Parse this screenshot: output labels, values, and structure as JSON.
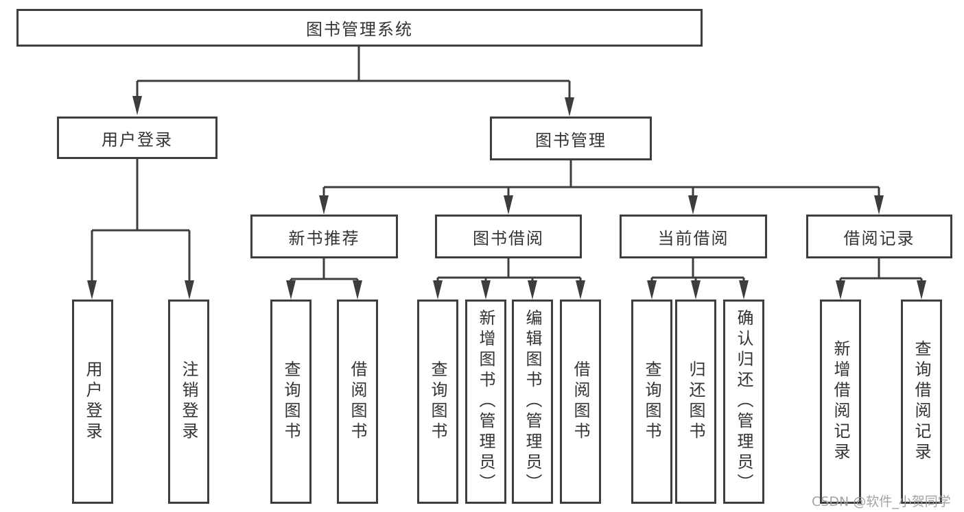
{
  "diagram": {
    "root": {
      "label": "图书管理系统",
      "children": [
        {
          "label": "用户登录",
          "children": [
            {
              "label": "用户登录"
            },
            {
              "label": "注销登录"
            }
          ]
        },
        {
          "label": "图书管理",
          "children": [
            {
              "label": "新书推荐",
              "children": [
                {
                  "label": "查询图书"
                },
                {
                  "label": "借阅图书"
                }
              ]
            },
            {
              "label": "图书借阅",
              "children": [
                {
                  "label": "查询图书"
                },
                {
                  "label": "新增图书（管理员）"
                },
                {
                  "label": "编辑图书（管理员）"
                },
                {
                  "label": "借阅图书"
                }
              ]
            },
            {
              "label": "当前借阅",
              "children": [
                {
                  "label": "查询图书"
                },
                {
                  "label": "归还图书"
                },
                {
                  "label": "确认归还（管理员）"
                }
              ]
            },
            {
              "label": "借阅记录",
              "children": [
                {
                  "label": "新增借阅记录"
                },
                {
                  "label": "查询借阅记录"
                }
              ]
            }
          ]
        }
      ]
    },
    "watermark": "CSDN @软件_小贺同学"
  },
  "colors": {
    "line": "#3d3d3d",
    "text": "#333333",
    "watermark": "#9b9b9b",
    "background": "#ffffff"
  }
}
